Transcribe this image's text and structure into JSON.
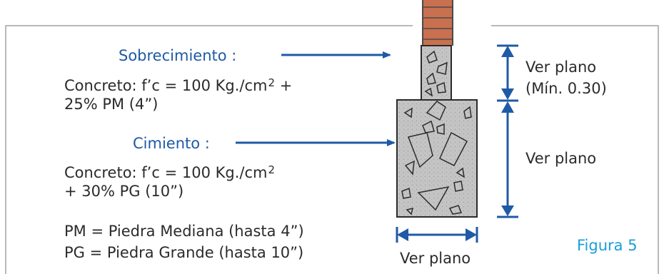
{
  "colors": {
    "frame": "#b9b9b9",
    "brick": "#c8704f",
    "mortar": "#4a4a4a",
    "concrete": "#c4c4c4",
    "concrete_pattern": "#a8a8a8",
    "arrow_blue": "#1f5aa6",
    "figure_label": "#1a9ed9"
  },
  "sobrecimiento": {
    "title": "Sobrecimiento :",
    "line1": "Concreto:  f’c = 100 Kg./cm",
    "line1_exp": "2",
    "line1_tail": " +",
    "line2": "25% PM (4”)"
  },
  "cimiento": {
    "title": "Cimiento :",
    "line1": "Concreto:  f’c = 100 Kg./cm",
    "line1_exp": "2",
    "line2": "+ 30% PG (10”)"
  },
  "legend": {
    "pm": "PM = Piedra Mediana (hasta 4”)",
    "pg": "PG = Piedra Grande (hasta 10”)"
  },
  "dimensions": {
    "upper_1": "Ver plano",
    "upper_2": "(Mín. 0.30)",
    "lower": "Ver plano",
    "width": "Ver plano"
  },
  "figure_label": "Figura 5"
}
